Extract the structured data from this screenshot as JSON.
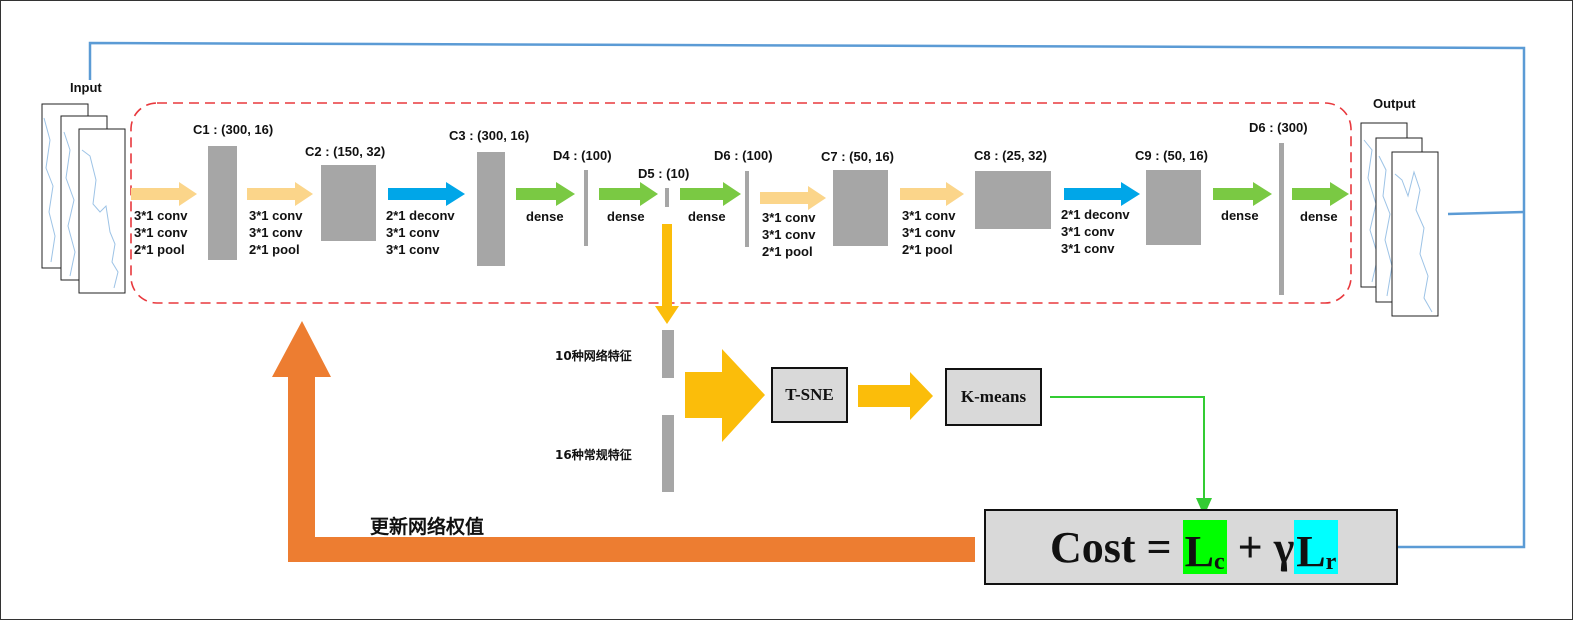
{
  "io": {
    "input_label": "Input",
    "output_label": "Output"
  },
  "layers": {
    "c1": "C1 : (300, 16)",
    "c2": "C2 : (150, 32)",
    "c3": "C3 : (300, 16)",
    "d4": "D4 : (100)",
    "d5": "D5 : (10)",
    "d6a": "D6 : (100)",
    "c7": "C7 : (50, 16)",
    "c8": "C8 : (25, 32)",
    "c9": "C9 : (50, 16)",
    "d6b": "D6 : (300)"
  },
  "ops": {
    "op1": [
      "3*1  conv",
      "3*1  conv",
      "2*1  pool"
    ],
    "op2": [
      "3*1  conv",
      "3*1  conv",
      "2*1  pool"
    ],
    "op3": [
      "2*1  deconv",
      "3*1  conv",
      "3*1  conv"
    ],
    "op4": "dense",
    "op5": "dense",
    "op6": "dense",
    "op7": [
      "3*1  conv",
      "3*1  conv",
      "2*1  pool"
    ],
    "op8": [
      "3*1  conv",
      "3*1  conv",
      "2*1  pool"
    ],
    "op9": [
      "2*1  deconv",
      "3*1  conv",
      "3*1  conv"
    ],
    "op10": "dense",
    "op11": "dense"
  },
  "features": {
    "network": "10种网络特征",
    "conventional": "16种常规特征"
  },
  "boxes": {
    "tsne": "T-SNE",
    "kmeans": "K-means"
  },
  "cost": {
    "lhs": "Cost = ",
    "lc_main": "L",
    "lc_sub": "c",
    "plus": " + γ",
    "lr_main": "L",
    "lr_sub": "r"
  },
  "update_label": "更新网络权值",
  "colors": {
    "dashed_border": "#e8383d",
    "conv_arrow": "#fbd58a",
    "deconv_arrow": "#00a6e8",
    "dense_arrow": "#7ac943",
    "feature_arrow": "#fbbd0a",
    "feedback_arrow": "#ed7d31",
    "signal_line": "#5b9bd5",
    "kmeans_line": "#33cc33",
    "lc_highlight": "#00ff00",
    "lr_highlight": "#00ffff"
  }
}
